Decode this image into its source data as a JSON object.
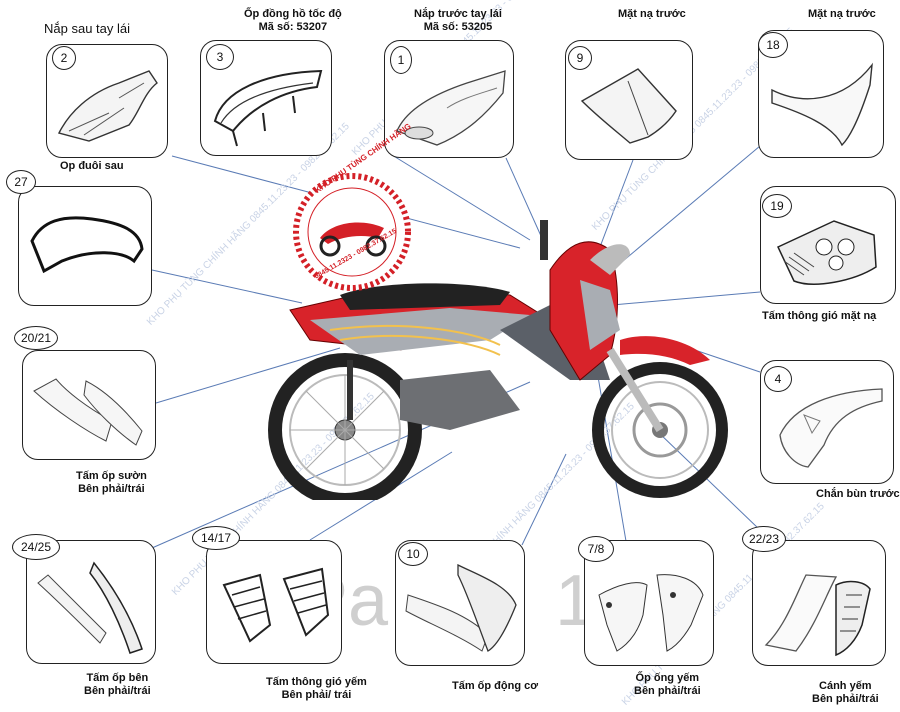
{
  "title_top_left": "Nắp sau tay lái",
  "logo": {
    "text": "KHO PHỤ TÙNG CHÍNH HÃNG",
    "phone": "0845.11.2323 - 0982.37.62.15"
  },
  "watermark": "KHO PHỤ TÙNG CHÍNH HÃNG 0845.11.23.23 - 0982.37.62.15",
  "background_text": {
    "left": "Pa",
    "right": "1"
  },
  "parts": [
    {
      "id": "rear-handle-cover",
      "number": "2",
      "label": "Op đuôi sau"
    },
    {
      "id": "speedometer-cover",
      "number": "3",
      "label": "Ốp đồng hồ tốc độ\nMã số: 53207"
    },
    {
      "id": "front-handle-cover",
      "number": "1",
      "label": "Nắp trước tay lái\nMã số: 53205"
    },
    {
      "id": "front-mask",
      "number": "9",
      "label": "Mặt nạ trước"
    },
    {
      "id": "front-mask-2",
      "number": "18",
      "label": "Mặt nạ trước"
    },
    {
      "id": "seat-cover",
      "number": "27",
      "label": ""
    },
    {
      "id": "mask-vent",
      "number": "19",
      "label": "Tấm thông gió mặt nạ"
    },
    {
      "id": "side-cover",
      "number": "20/21",
      "label": "Tấm ốp sườn\nBên phải/trái"
    },
    {
      "id": "front-fender",
      "number": "4",
      "label": "Chắn bùn trước"
    },
    {
      "id": "side-panel",
      "number": "24/25",
      "label": "Tấm ốp bên\nBên phải/trái"
    },
    {
      "id": "floor-vent",
      "number": "14/17",
      "label": "Tấm thông gió yếm\nBên phải/ trái"
    },
    {
      "id": "engine-cover",
      "number": "10",
      "label": "Tấm ốp động cơ"
    },
    {
      "id": "leg-shield-tube",
      "number": "7/8",
      "label": "Ốp ống yếm\nBên phải/trái"
    },
    {
      "id": "leg-shield-wing",
      "number": "22/23",
      "label": "Cánh yếm\nBên phải/trái"
    }
  ],
  "colors": {
    "bike_red": "#d8232a",
    "bike_silver": "#a9adb3",
    "line_blue": "#4a6fa8",
    "logo_red": "#d42027"
  }
}
